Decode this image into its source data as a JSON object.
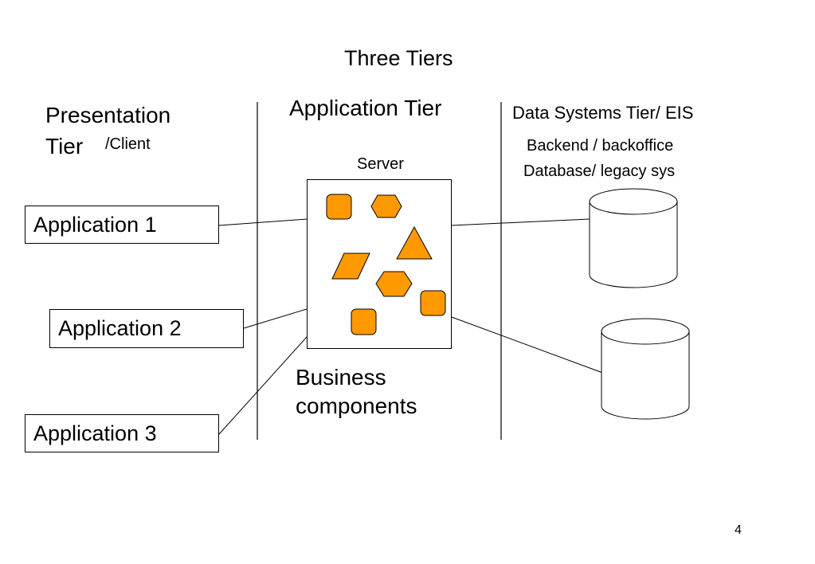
{
  "title": "Three Tiers",
  "presentation_tier": {
    "line1": "Presentation",
    "line2": "Tier",
    "sub": "/Client"
  },
  "application_tier": {
    "label": "Application Tier",
    "server": "Server",
    "caption_line1": "Business",
    "caption_line2": "components"
  },
  "data_tier": {
    "label": "Data Systems Tier/ EIS",
    "line2": "Backend / backoffice",
    "line3": "Database/ legacy sys"
  },
  "applications": [
    "Application 1",
    "Application 2",
    "Application 3"
  ],
  "page_number": "4",
  "colors": {
    "component_fill": "#ff9900",
    "stroke": "#000000"
  }
}
